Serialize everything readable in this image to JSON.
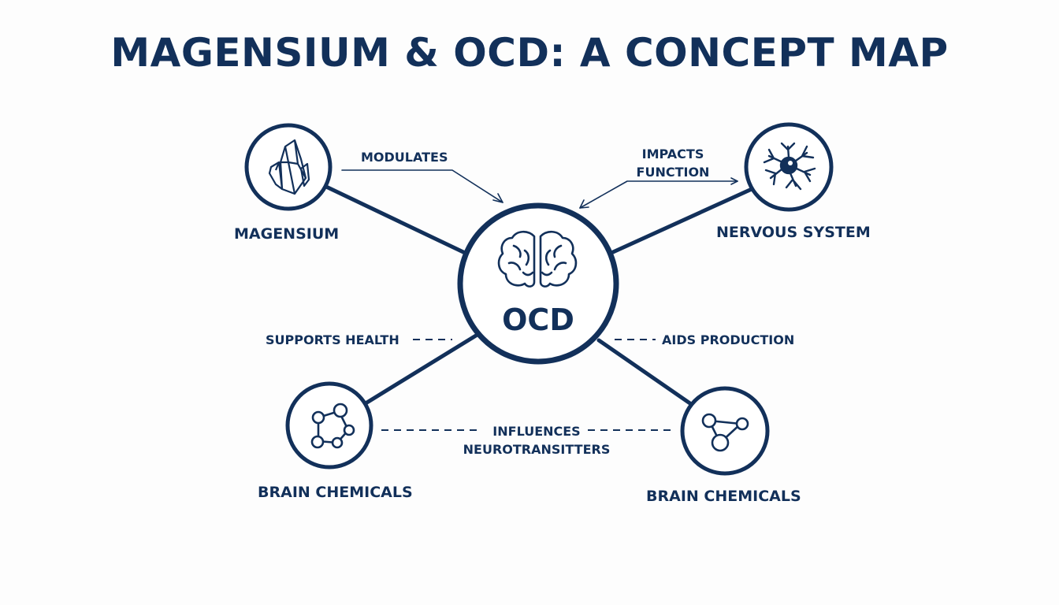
{
  "title": "MAGENSIUM & OCD: A CONCEPT MAP",
  "colors": {
    "primary": "#12305a",
    "background": "#fdfdfd"
  },
  "center_node": {
    "label": "OCD",
    "icon": "brain-icon"
  },
  "nodes": [
    {
      "id": "magnesium",
      "label": "MAGENSIUM",
      "icon": "crystal-icon"
    },
    {
      "id": "nervous",
      "label": "NERVOUS SYSTEM",
      "icon": "neuron-icon"
    },
    {
      "id": "chem-left",
      "label": "BRAIN CHEMICALS",
      "icon": "molecule-icon"
    },
    {
      "id": "chem-right",
      "label": "BRAIN CHEMICALS",
      "icon": "molecule-icon"
    }
  ],
  "links": {
    "modulates": "MODULATES",
    "impacts_1": "IMPACTS",
    "impacts_2": "FUNCTION",
    "supports": "SUPPORTS HEALTH",
    "aids": "AIDS PRODUCTION",
    "influences_1": "INFLUENCES",
    "influences_2": "NEUROTRANSITTERS"
  }
}
